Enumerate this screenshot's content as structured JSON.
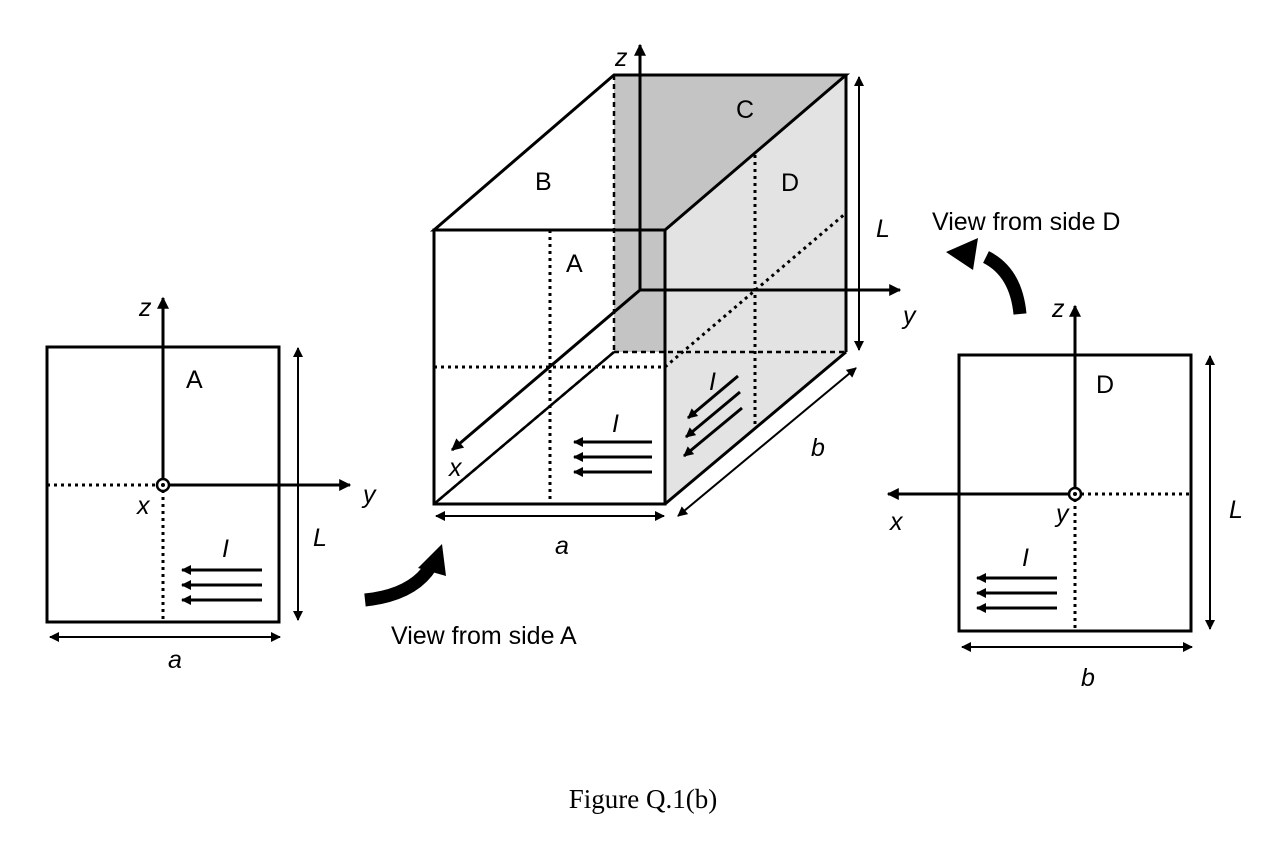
{
  "caption": "Figure Q.1(b)",
  "colors": {
    "face_c": "#c4c4c4",
    "face_d": "#e3e3e3",
    "ink": "#000000",
    "background": "#ffffff"
  },
  "left_view": {
    "face_label": "A",
    "axis_z": "z",
    "axis_y": "y",
    "axis_x": "x",
    "current_label": "I",
    "height_label": "L",
    "width_label": "a",
    "arrow_caption": "View from side A"
  },
  "box_view": {
    "label_a": "A",
    "label_b": "B",
    "label_c": "C",
    "label_d": "D",
    "axis_z": "z",
    "axis_y": "y",
    "axis_x": "x",
    "current_label_a": "I",
    "current_label_d": "I",
    "height_label": "L",
    "width_label": "a",
    "depth_label": "b"
  },
  "right_view": {
    "face_label": "D",
    "axis_z": "z",
    "axis_y": "y",
    "axis_x": "x",
    "current_label": "I",
    "height_label": "L",
    "width_label": "b",
    "arrow_caption": "View from side D"
  }
}
